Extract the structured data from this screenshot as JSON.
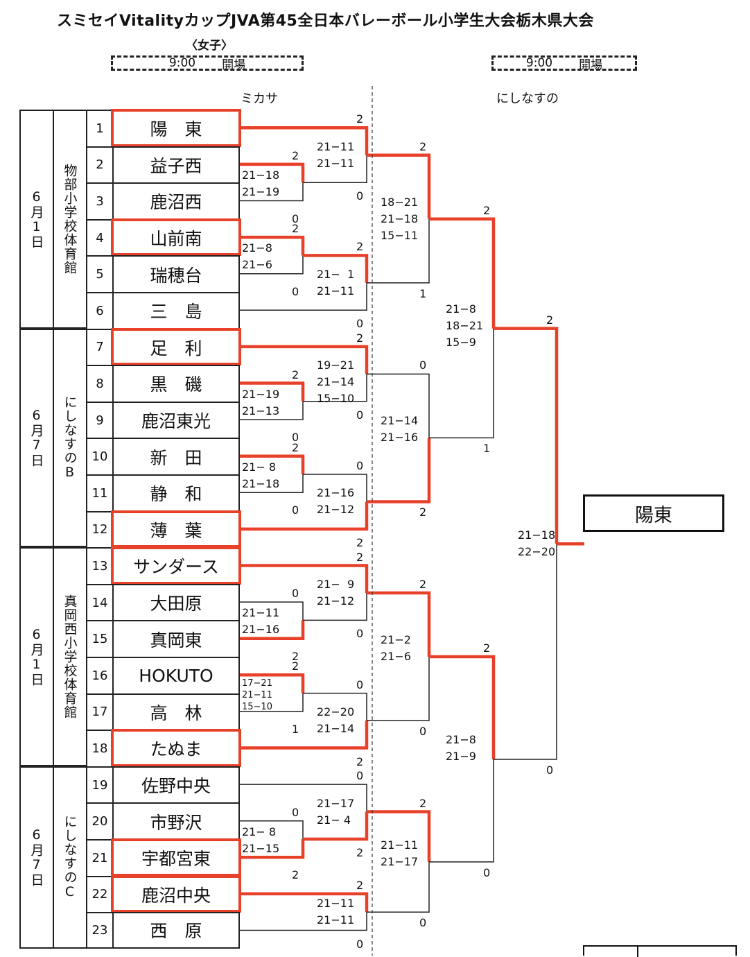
{
  "title": "スミセイVitalityカップJVA第45全日本バレーボール小学生大会栃木県大会",
  "gender": "〈女子〉",
  "time_boxes": [
    {
      "time": "9:00",
      "label": "開場"
    },
    {
      "time": "9:00",
      "label": "開場"
    }
  ],
  "venue_headers": [
    "ミカサ",
    "にしなすの"
  ],
  "blocks": [
    {
      "date": "6月1日",
      "venue": "物部小学校体育館"
    },
    {
      "date": "6月7日",
      "venue": "にしなすのB"
    },
    {
      "date": "6月1日",
      "venue": "真岡西小学校体育館"
    },
    {
      "date": "6月7日",
      "venue": "にしなすのC"
    }
  ],
  "teams": [
    {
      "no": "1",
      "name": "陽　東",
      "advanced": true
    },
    {
      "no": "2",
      "name": "益子西",
      "advanced": false
    },
    {
      "no": "3",
      "name": "鹿沼西",
      "advanced": false
    },
    {
      "no": "4",
      "name": "山前南",
      "advanced": true
    },
    {
      "no": "5",
      "name": "瑞穂台",
      "advanced": false
    },
    {
      "no": "6",
      "name": "三　島",
      "advanced": false
    },
    {
      "no": "7",
      "name": "足　利",
      "advanced": true
    },
    {
      "no": "8",
      "name": "黒　磯",
      "advanced": false
    },
    {
      "no": "9",
      "name": "鹿沼東光",
      "advanced": false
    },
    {
      "no": "10",
      "name": "新　田",
      "advanced": false
    },
    {
      "no": "11",
      "name": "静　和",
      "advanced": false
    },
    {
      "no": "12",
      "name": "薄　葉",
      "advanced": true
    },
    {
      "no": "13",
      "name": "サンダース",
      "advanced": true
    },
    {
      "no": "14",
      "name": "大田原",
      "advanced": false
    },
    {
      "no": "15",
      "name": "真岡東",
      "advanced": false
    },
    {
      "no": "16",
      "name": "HOKUTO",
      "advanced": false
    },
    {
      "no": "17",
      "name": "高　林",
      "advanced": false
    },
    {
      "no": "18",
      "name": "たぬま",
      "advanced": true
    },
    {
      "no": "19",
      "name": "佐野中央",
      "advanced": false
    },
    {
      "no": "20",
      "name": "市野沢",
      "advanced": false
    },
    {
      "no": "21",
      "name": "宇都宮東",
      "advanced": true
    },
    {
      "no": "22",
      "name": "鹿沼中央",
      "advanced": true
    },
    {
      "no": "23",
      "name": "西　原",
      "advanced": false
    }
  ],
  "champion": "陽東",
  "scores": {
    "r1_2v3": {
      "top": "2",
      "sets": "21−18\n21−19",
      "bottom": "0"
    },
    "r1_4v5": {
      "top": "2",
      "sets": "21−8\n21−6",
      "bottom": "0"
    },
    "r1_8v9": {
      "top": "2",
      "sets": "21−19\n21−13",
      "bottom": "0"
    },
    "r1_10v11": {
      "top": "2",
      "sets": "21− 8\n21−18",
      "bottom": "0"
    },
    "r1_14v15": {
      "top": "0",
      "sets": "21−11\n21−16",
      "bottom": "2"
    },
    "r1_16v17": {
      "top": "2",
      "sets": "17−21\n21−11\n15−10",
      "bottom": "1"
    },
    "r1_20v21": {
      "top": "0",
      "sets": "21− 8\n21−15",
      "bottom": "2"
    },
    "r2_1": {
      "top": "2",
      "sets": "21−11\n21−11",
      "bottom": "0"
    },
    "r2_2": {
      "top": "2",
      "sets": "21−  1\n21−11",
      "bottom": "0"
    },
    "r2_3": {
      "top": "2",
      "sets": "19−21\n21−14\n15−10",
      "bottom": "0"
    },
    "r2_4": {
      "top": "0",
      "sets": "21−16\n21−12",
      "bottom": "2"
    },
    "r2_5": {
      "top": "2",
      "sets": "21−  9\n21−12",
      "bottom": "0"
    },
    "r2_6": {
      "top": "0",
      "sets": "22−20\n21−14",
      "bottom": "2"
    },
    "r2_7": {
      "top": "0",
      "sets": "21−17\n21− 4",
      "bottom": "2"
    },
    "r2_8": {
      "top": "2",
      "sets": "21−11\n21−11",
      "bottom": "0"
    },
    "r3_1": {
      "top": "2",
      "sets": "18−21\n21−18\n15−11",
      "bottom": "1"
    },
    "r3_2": {
      "top": "0",
      "sets": "21−14\n21−16",
      "bottom": "2"
    },
    "r3_3": {
      "top": "2",
      "sets": "21−2\n21−6",
      "bottom": "0"
    },
    "r3_4": {
      "top": "2",
      "sets": "21−11\n21−17",
      "bottom": "0"
    },
    "r4_1": {
      "top": "2",
      "sets": "21−8\n18−21\n15−9",
      "bottom": "1"
    },
    "r4_2": {
      "top": "2",
      "sets": "21−8\n21−9",
      "bottom": "0"
    },
    "final": {
      "top": "2",
      "sets": "21−18\n22−20",
      "bottom": "0"
    }
  }
}
